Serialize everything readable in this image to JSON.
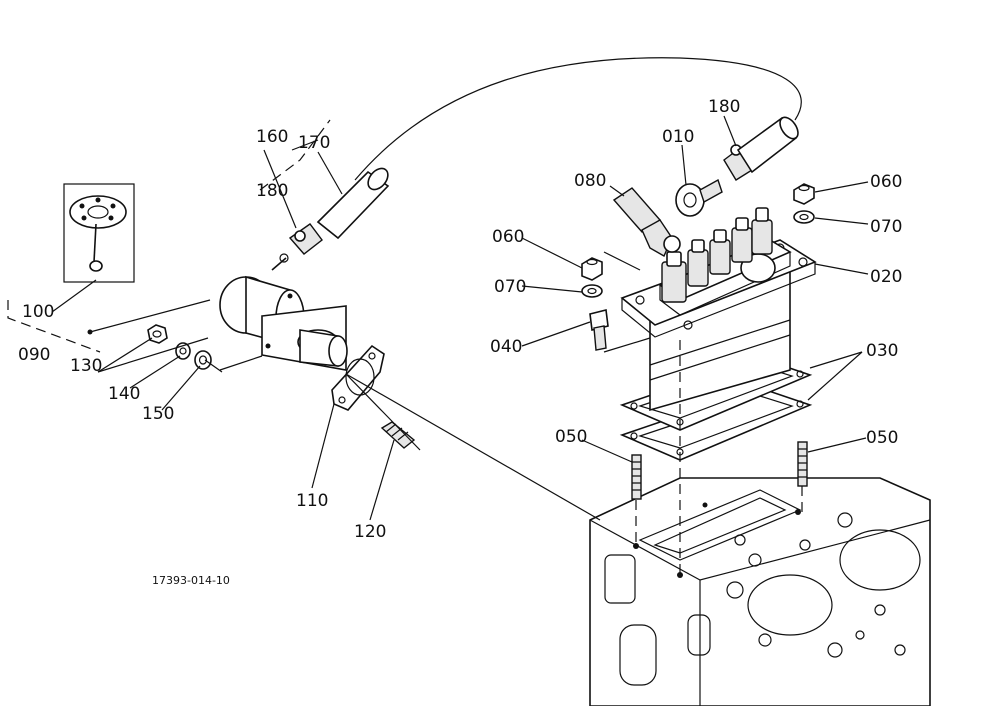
{
  "labels": {
    "p010": "010",
    "p020": "020",
    "p030": "030",
    "p040": "040",
    "p050a": "050",
    "p050b": "050",
    "p060a": "060",
    "p060b": "060",
    "p070a": "070",
    "p070b": "070",
    "p080": "080",
    "p090": "090",
    "p100": "100",
    "p110": "110",
    "p120": "120",
    "p130": "130",
    "p140": "140",
    "p150": "150",
    "p160": "160",
    "p170": "170",
    "p180a": "180",
    "p180b": "180"
  },
  "drawing_code": "17393-014-10"
}
